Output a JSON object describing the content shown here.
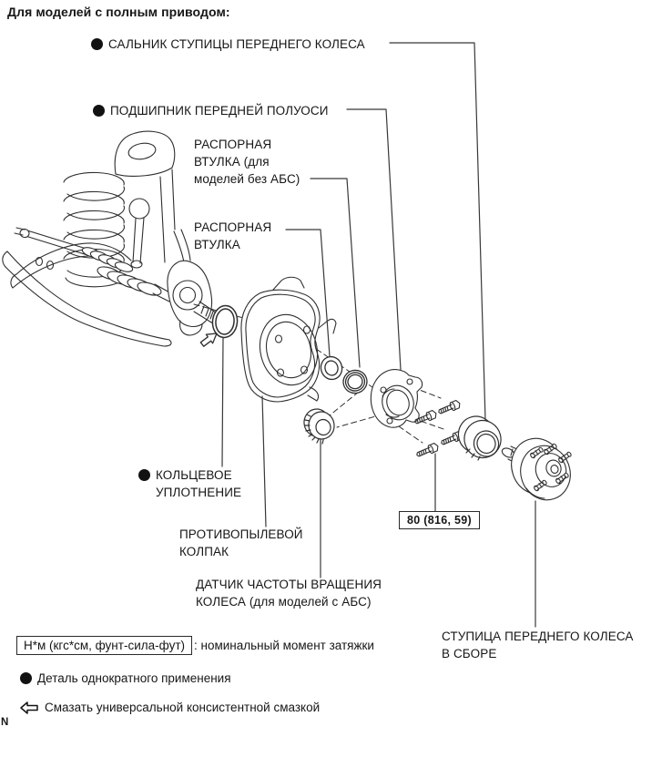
{
  "page": {
    "title": "Для моделей с полным приводом:",
    "corner_mark": "N"
  },
  "callouts": {
    "hub_seal": {
      "label": "САЛЬНИК СТУПИЦЫ ПЕРЕДНЕГО КОЛЕСА",
      "single_use": true
    },
    "axle_bearing": {
      "label": "ПОДШИПНИК ПЕРЕДНЕЙ ПОЛУОСИ",
      "single_use": true
    },
    "spacer_no_abs": {
      "lines": [
        "РАСПОРНАЯ",
        "ВТУЛКА (для",
        "моделей без АБС)"
      ]
    },
    "spacer": {
      "lines": [
        "РАСПОРНАЯ",
        "ВТУЛКА"
      ]
    },
    "o_ring": {
      "lines": [
        "КОЛЬЦЕВОЕ",
        "УПЛОТНЕНИЕ"
      ],
      "single_use": true
    },
    "dust_cap": {
      "lines": [
        "ПРОТИВОПЫЛЕВОЙ",
        "КОЛПАК"
      ]
    },
    "speed_sensor": {
      "lines": [
        "ДАТЧИК ЧАСТОТЫ ВРАЩЕНИЯ",
        "КОЛЕСА (для моделей с АБС)"
      ]
    },
    "hub_assembly": {
      "lines": [
        "СТУПИЦА ПЕРЕДНЕГО КОЛЕСА",
        "В СБОРЕ"
      ]
    }
  },
  "torque": {
    "value": "80 (816, 59)"
  },
  "legend": {
    "torque_units": "Н*м (кгс*см, фунт-сила-фут)",
    "torque_note": ": номинальный момент затяжки",
    "single_use_note": "Деталь однократного применения",
    "grease_note": "Смазать универсальной консистентной смазкой"
  },
  "icons": {
    "single_use_bullet": "filled-circle",
    "grease_arrow": "hollow-left-arrow",
    "grease_pointer": "hollow-up-right-arrow"
  },
  "colors": {
    "ink": "#161616",
    "line": "#2f2f2f",
    "background": "#ffffff"
  }
}
